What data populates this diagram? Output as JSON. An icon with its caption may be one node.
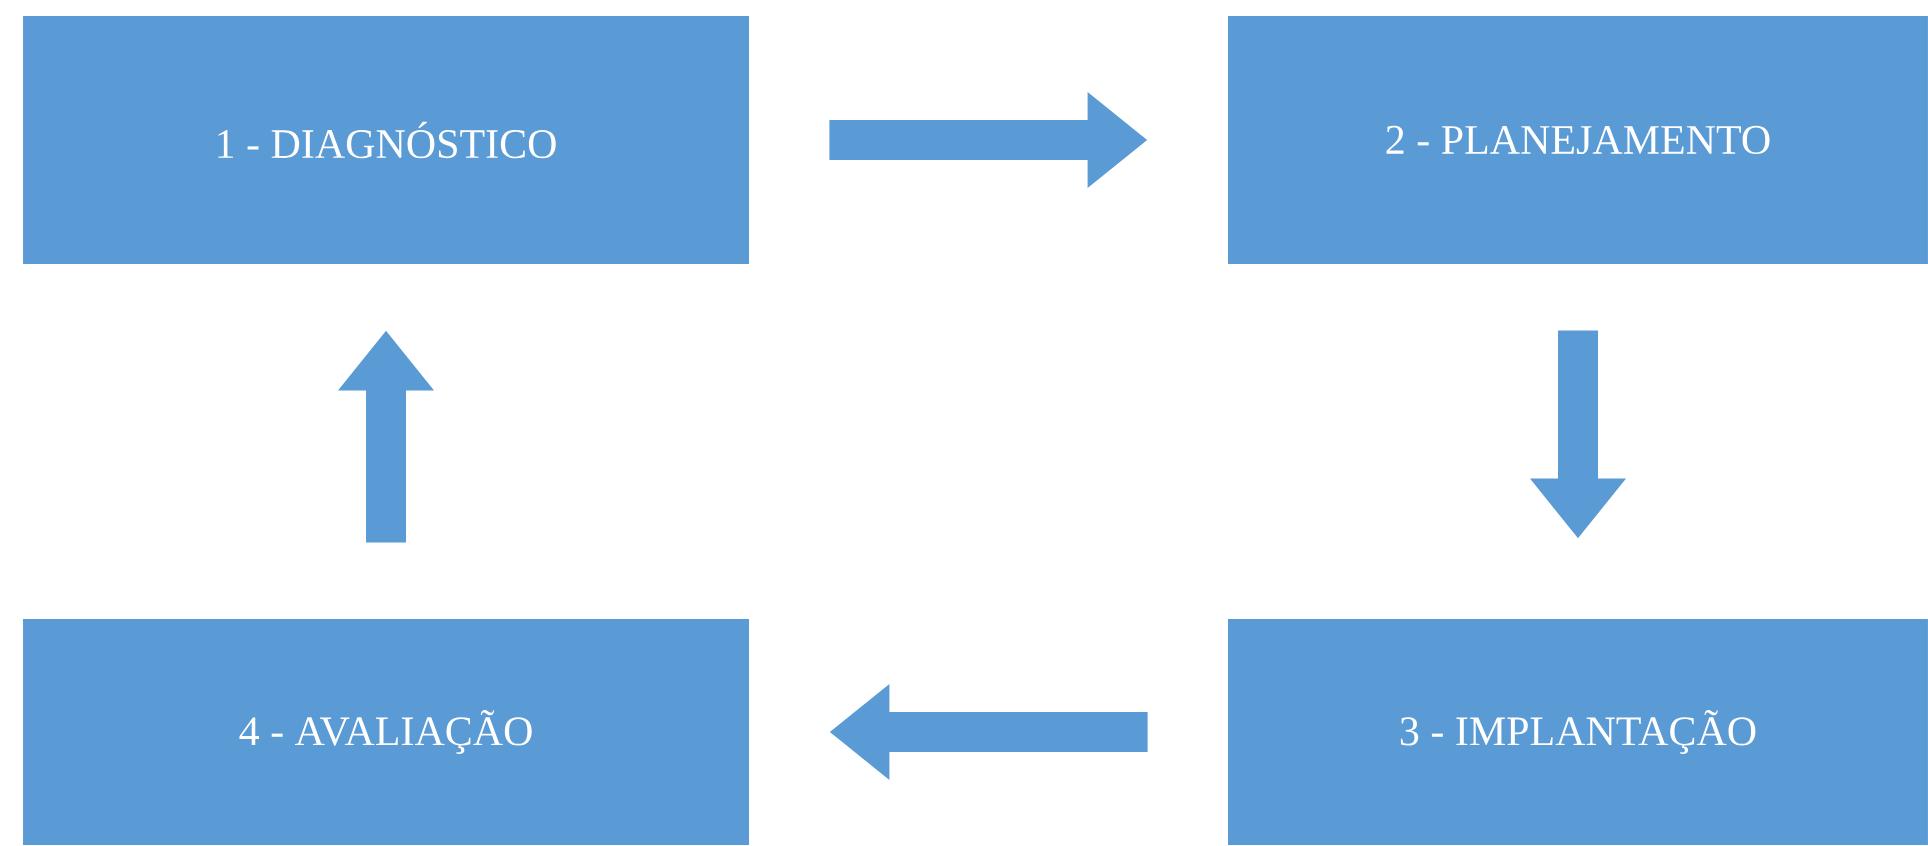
{
  "diagram": {
    "nodes": [
      {
        "text": [
          "1 - DIAGNÓSTICO"
        ]
      },
      {
        "text": [
          "2 - PLANEJAMENTO"
        ]
      },
      {
        "text": [
          "3 - IMPLANTAÇÃO"
        ]
      },
      {
        "text": [
          "4 - AVALIAÇÃO"
        ]
      }
    ],
    "edges": [
      {
        "from": 0,
        "to": 1,
        "arrow": "to"
      },
      {
        "from": 1,
        "to": 2,
        "arrow": "to"
      },
      {
        "from": 2,
        "to": 3,
        "arrow": "to"
      },
      {
        "from": 3,
        "to": 0,
        "arrow": "to"
      }
    ]
  }
}
